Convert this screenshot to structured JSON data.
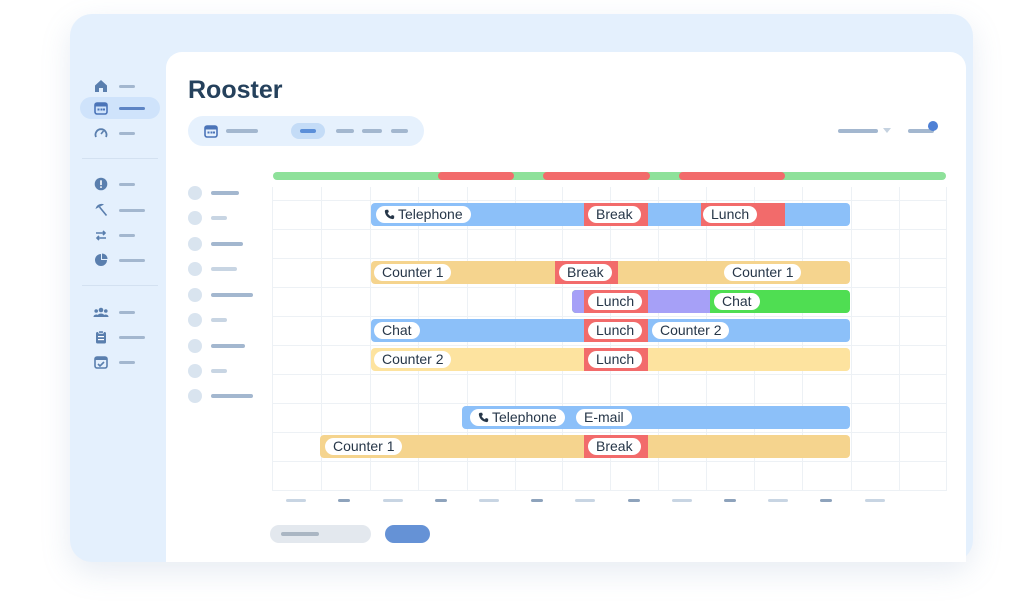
{
  "app": {
    "title": "Rooster"
  },
  "colors": {
    "accent": "#4e80d5",
    "status_available": "#8ee19a",
    "status_busy": "#f26b6b",
    "telephone": "#8cc0f9",
    "counter": "#f5d48e",
    "counter_light": "#fde39f",
    "break": "#f26b6b",
    "lunch": "#f26b6b",
    "chat": "#8cc0f9",
    "chat_green": "#4fde52",
    "other_purple": "#a6a0f7",
    "email": "#8cc0f9"
  },
  "sidebar": {
    "items": [
      {
        "icon": "home-icon"
      },
      {
        "icon": "calendar-icon",
        "active": true
      },
      {
        "icon": "gauge-icon"
      },
      {
        "icon": "alert-icon"
      },
      {
        "icon": "beach-umbrella-icon"
      },
      {
        "icon": "swap-icon"
      },
      {
        "icon": "pie-chart-icon"
      },
      {
        "icon": "team-icon"
      },
      {
        "icon": "clipboard-icon"
      },
      {
        "icon": "calendar-check-icon"
      }
    ]
  },
  "schedule": {
    "rows": [
      {
        "blocks": [
          {
            "activity": "Telephone",
            "label": "Telephone",
            "icon": "phone-icon"
          },
          {
            "activity": "Break",
            "label": "Break"
          },
          {
            "activity": "Lunch",
            "label": "Lunch"
          }
        ]
      },
      {
        "blocks": []
      },
      {
        "blocks": [
          {
            "activity": "Counter",
            "label": "Counter 1"
          },
          {
            "activity": "Break",
            "label": "Break"
          },
          {
            "activity": "Counter",
            "label": "Counter 1"
          }
        ]
      },
      {
        "blocks": [
          {
            "activity": "Other",
            "label": ""
          },
          {
            "activity": "Lunch",
            "label": "Lunch"
          },
          {
            "activity": "Chat",
            "label": "Chat"
          }
        ]
      },
      {
        "blocks": [
          {
            "activity": "Chat",
            "label": "Chat"
          },
          {
            "activity": "Lunch",
            "label": "Lunch"
          },
          {
            "activity": "Counter",
            "label": "Counter 2"
          }
        ]
      },
      {
        "blocks": [
          {
            "activity": "Counter",
            "label": "Counter 2"
          },
          {
            "activity": "Lunch",
            "label": "Lunch"
          }
        ]
      },
      {
        "blocks": []
      },
      {
        "blocks": [
          {
            "activity": "Telephone",
            "label": "Telephone",
            "icon": "phone-icon"
          },
          {
            "activity": "E-mail",
            "label": "E-mail"
          }
        ]
      },
      {
        "blocks": [
          {
            "activity": "Counter",
            "label": "Counter 1"
          },
          {
            "activity": "Break",
            "label": "Break"
          }
        ]
      }
    ]
  }
}
